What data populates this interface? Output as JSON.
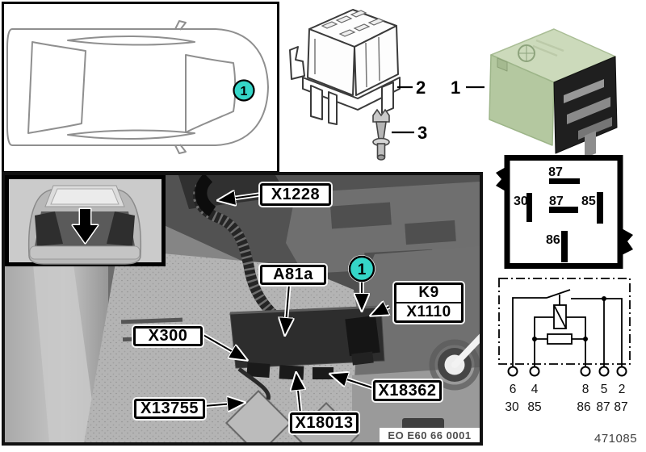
{
  "doc_number": "471085",
  "photo_ref": "EO E60 66 0001",
  "items": {
    "item1": "1",
    "item2": "2",
    "item3": "3"
  },
  "car_callout": "1",
  "photo_callout": "1",
  "connectors": {
    "x1228": "X1228",
    "a81a": "A81a",
    "k9": "K9",
    "x1110": "X1110",
    "x300": "X300",
    "x13755": "X13755",
    "x18013": "X18013",
    "x18362": "X18362"
  },
  "pin_layout": {
    "pin87_top": "87",
    "pin30": "30",
    "pin87_mid": "87",
    "pin85": "85",
    "pin86": "86"
  },
  "schematic": {
    "pin_numbers": [
      "6",
      "4",
      "8",
      "5",
      "2"
    ],
    "terminal_numbers": [
      "30",
      "85",
      "86",
      "87",
      "87"
    ]
  },
  "colors": {
    "accent": "#35d6c8",
    "relay_green": "#b4c8a0"
  }
}
